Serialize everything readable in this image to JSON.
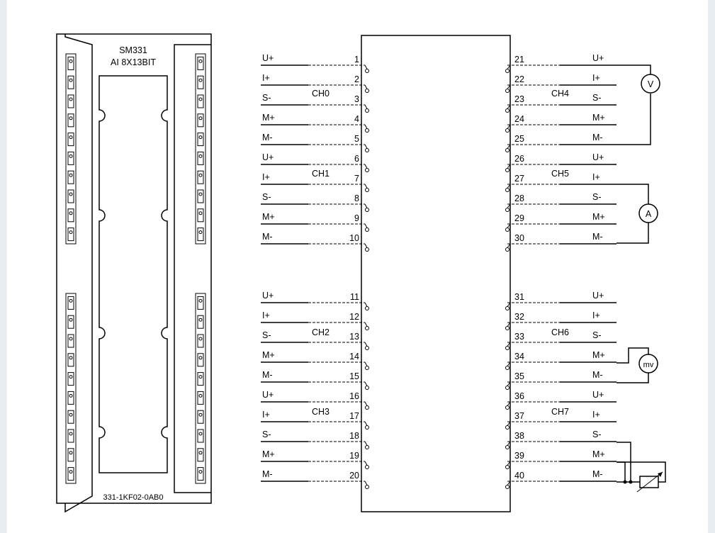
{
  "module": {
    "name": "SM331",
    "type": "AI 8X13BIT",
    "order_number": "331-1KF02-0AB0"
  },
  "channels": [
    "CH0",
    "CH1",
    "CH2",
    "CH3",
    "CH4",
    "CH5",
    "CH6",
    "CH7"
  ],
  "pin_labels": [
    "U+",
    "I+",
    "S-",
    "M+",
    "M-"
  ],
  "meters": {
    "voltmeter": "V",
    "ammeter": "A",
    "millivolt": "mv"
  }
}
